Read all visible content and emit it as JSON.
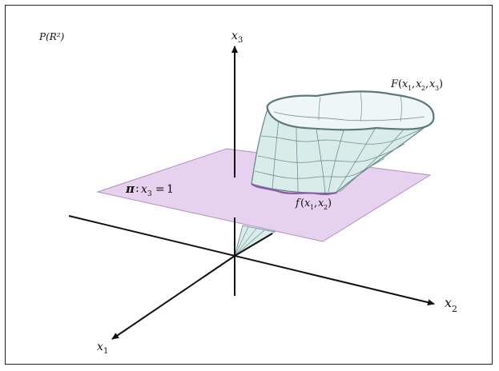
{
  "space_label": "P(R²)",
  "axes": {
    "x1": "x",
    "x1_sub": "1",
    "x2": "x",
    "x2_sub": "2",
    "x3": "x",
    "x3_sub": "3"
  },
  "plane_label": {
    "symbol": "π",
    "separator": ":",
    "var": "x",
    "var_sub": "3",
    "equals": "=",
    "value": "1"
  },
  "surface_label": {
    "name": "F",
    "open": "(",
    "a": "x",
    "a_sub": "1",
    "comma1": ",",
    "b": "x",
    "b_sub": "2",
    "comma2": ",",
    "c": "x",
    "c_sub": "3",
    "close": ")"
  },
  "curve_label": {
    "name": "f",
    "open": "(",
    "a": "x",
    "a_sub": "1",
    "comma1": ",",
    "b": "x",
    "b_sub": "2",
    "close": ")"
  },
  "colors": {
    "plane_fill": "#e6d2ee",
    "plane_stroke": "#b48bc4",
    "surface_fill": "#d9ecea",
    "surface_stroke": "#5f8684",
    "rim_stroke": "#5c7a7a",
    "curve_stroke": "#8a5aa8",
    "axis": "#111111"
  }
}
